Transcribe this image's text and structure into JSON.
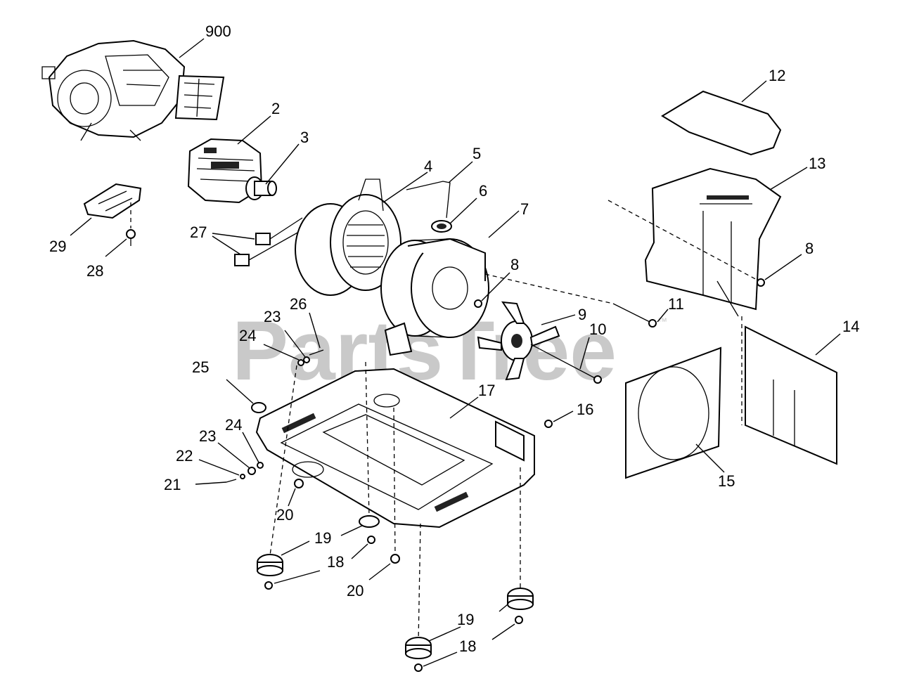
{
  "watermark": {
    "text": "PartsTree",
    "trademark": "™"
  },
  "callouts": {
    "c900": "900",
    "c2": "2",
    "c3": "3",
    "c4": "4",
    "c5": "5",
    "c6": "6",
    "c7": "7",
    "c8a": "8",
    "c8b": "8",
    "c9": "9",
    "c10": "10",
    "c11": "11",
    "c12": "12",
    "c13": "13",
    "c14": "14",
    "c15": "15",
    "c16": "16",
    "c17": "17",
    "c18a": "18",
    "c18b": "18",
    "c19a": "19",
    "c19b": "19",
    "c20a": "20",
    "c20b": "20",
    "c21": "21",
    "c22": "22",
    "c23a": "23",
    "c23b": "23",
    "c24a": "24",
    "c24b": "24",
    "c25": "25",
    "c26": "26",
    "c27": "27",
    "c28": "28",
    "c29": "29"
  }
}
